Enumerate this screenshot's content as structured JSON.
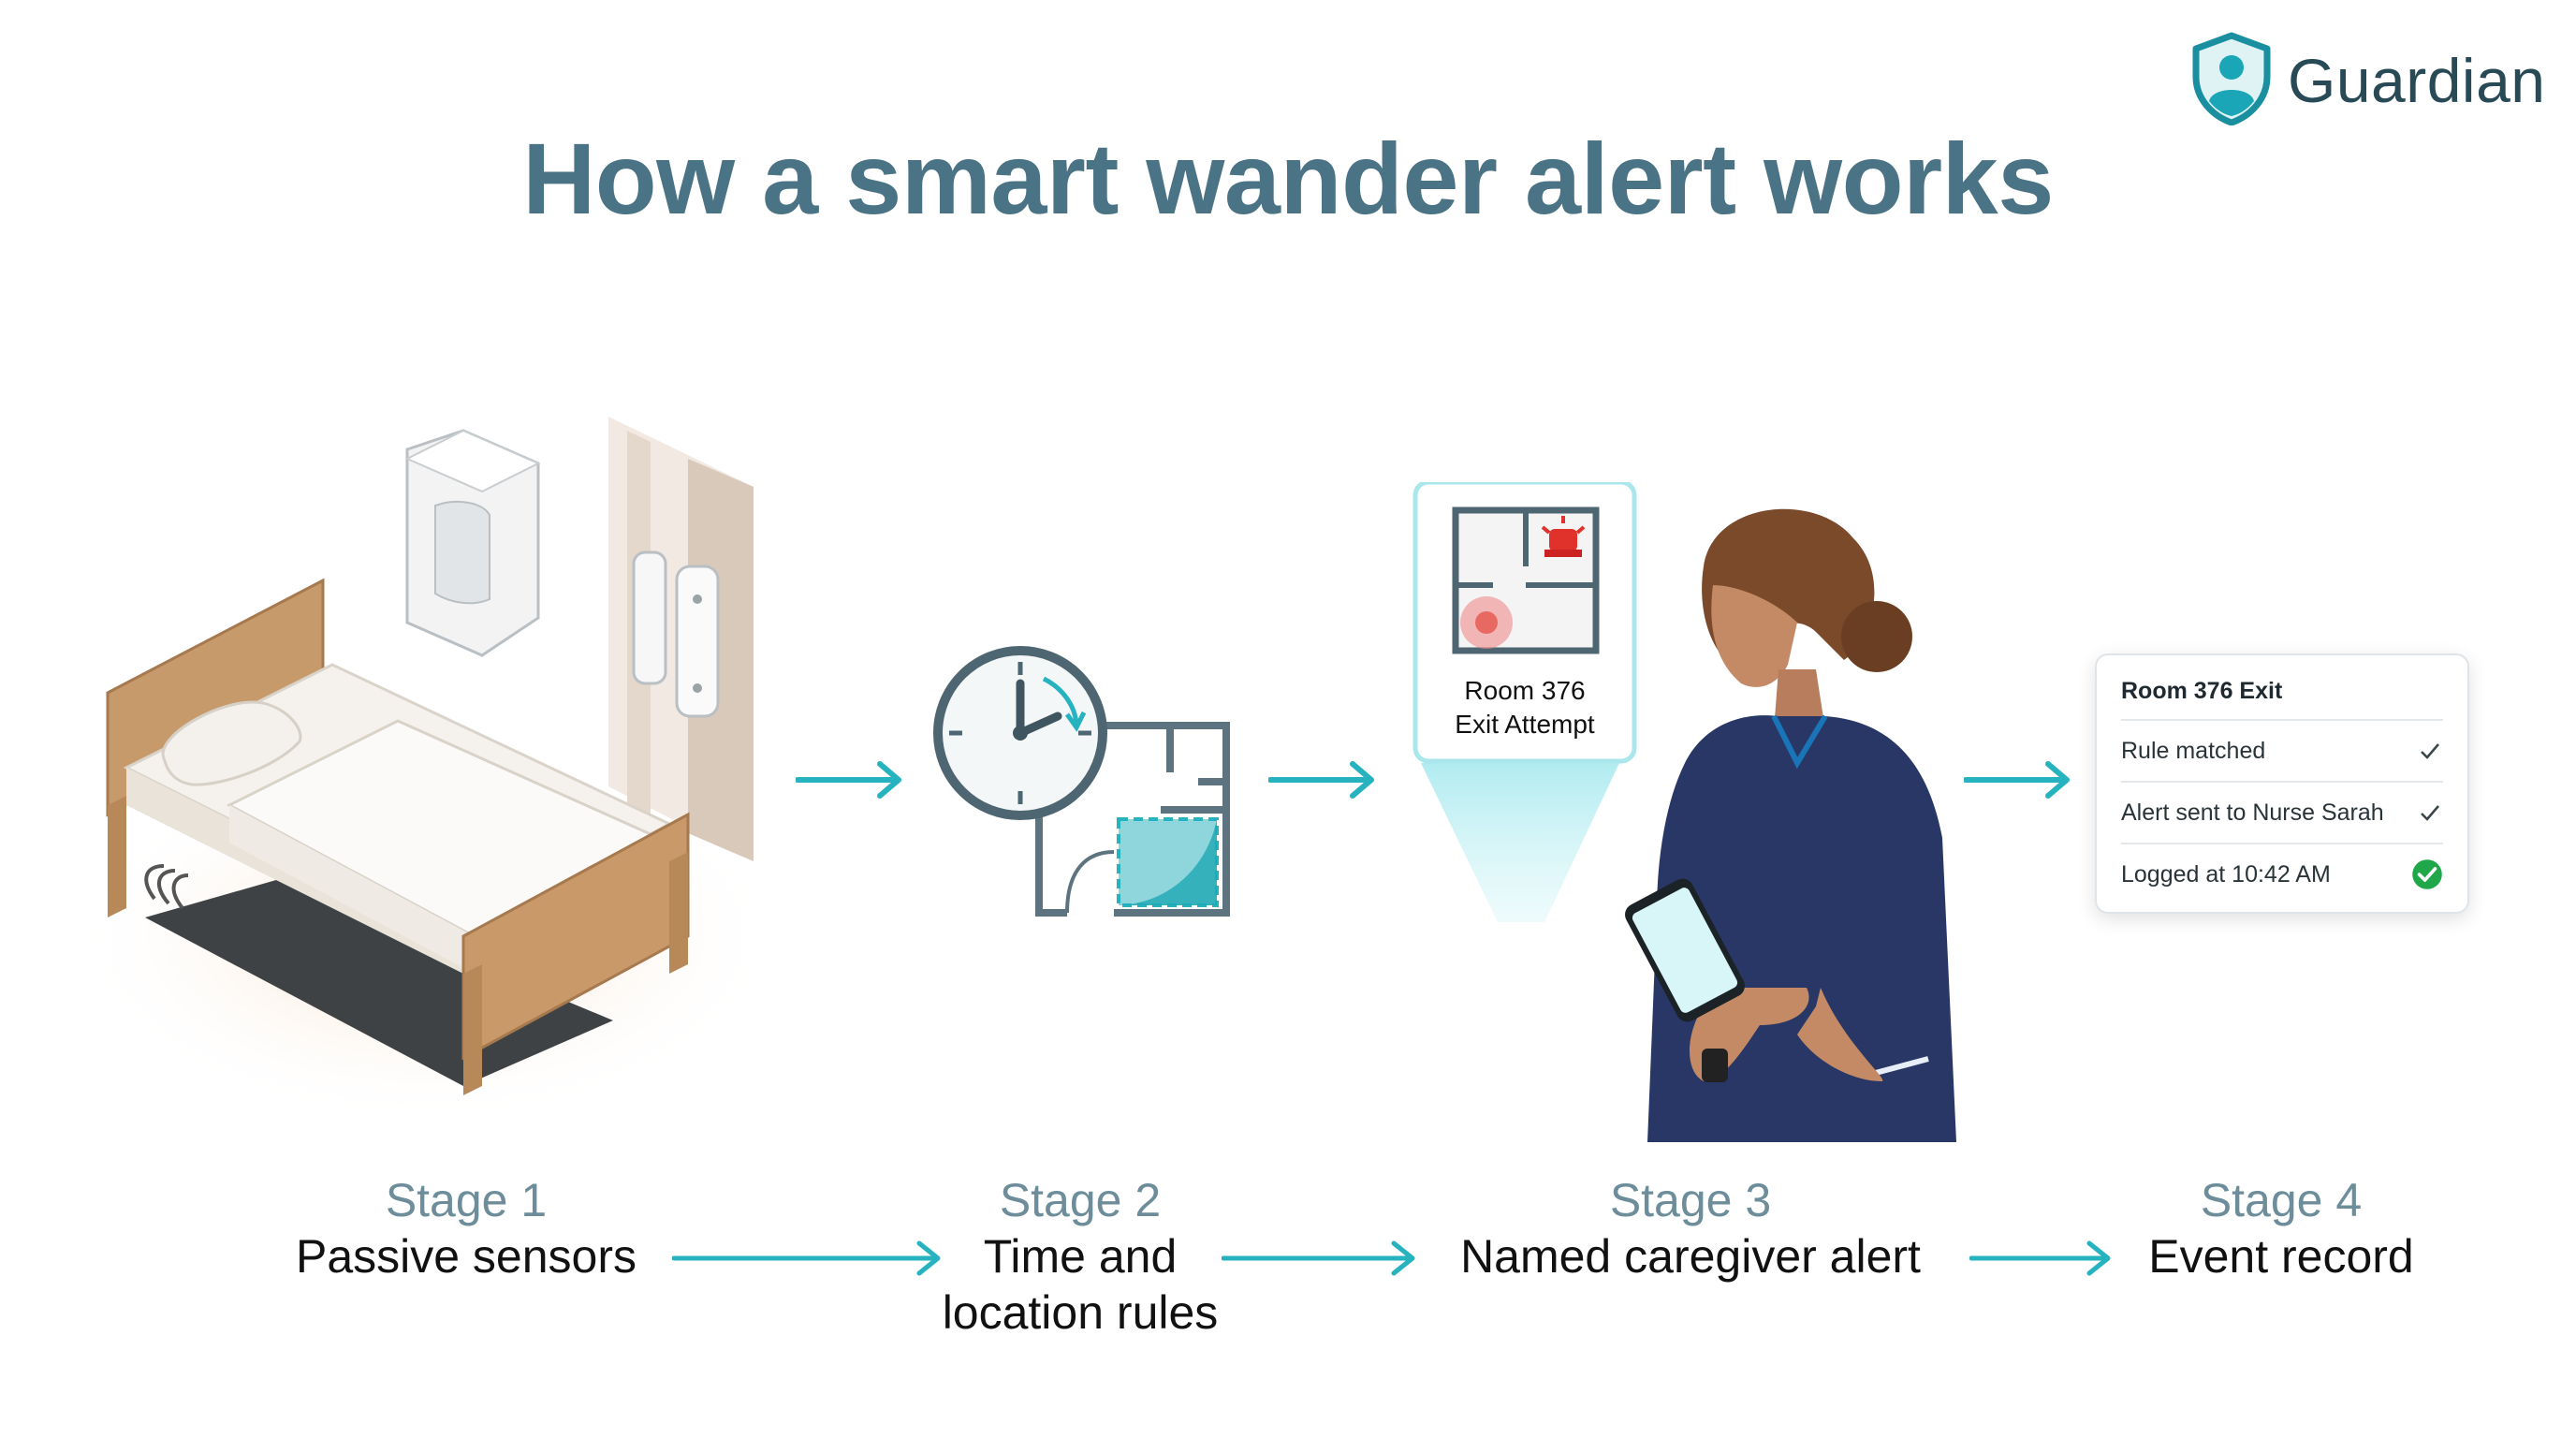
{
  "brand": {
    "name": "Guardian",
    "logo_icon": "shield-person-icon",
    "color": "#1aa6b7"
  },
  "title": "How a smart wander alert works",
  "colors": {
    "accent": "#26b3bf",
    "title": "#4a7385",
    "stage_number": "#6d8d9a"
  },
  "stages": [
    {
      "number": "Stage 1",
      "description": "Passive sensors",
      "icon": "bed-sensors-icon"
    },
    {
      "number": "Stage 2",
      "description": "Time and\nlocation rules",
      "icon": "clock-floorplan-icon"
    },
    {
      "number": "Stage 3",
      "description": "Named caregiver alert",
      "icon": "caregiver-phone-icon"
    },
    {
      "number": "Stage 4",
      "description": "Event record",
      "icon": "event-record-card"
    }
  ],
  "phone_alert": {
    "line1": "Room 376",
    "line2": "Exit Attempt"
  },
  "event_card": {
    "title": "Room 376 Exit",
    "rows": [
      {
        "text": "Rule matched",
        "status_icon": "check-icon"
      },
      {
        "text": "Alert sent to Nurse Sarah",
        "status_icon": "check-icon"
      },
      {
        "text": "Logged at 10:42 AM",
        "status_icon": "check-circle-icon"
      }
    ]
  }
}
